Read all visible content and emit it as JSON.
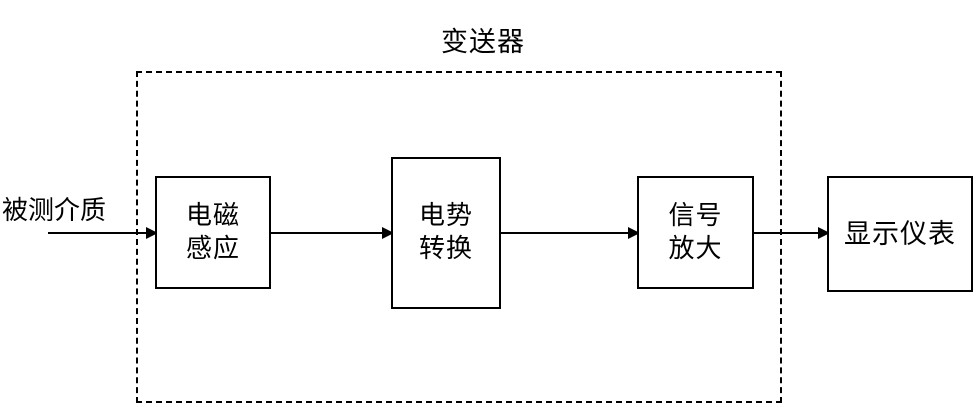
{
  "diagram": {
    "title": "变送器",
    "input_label": "被测介质",
    "enclosure_label": "变送器",
    "stroke_color": "#000000",
    "background_color": "#ffffff",
    "blocks": [
      {
        "id": "electromagnetic-induction",
        "line1": "电磁",
        "line2": "感应",
        "inside_enclosure": true
      },
      {
        "id": "potential-conversion",
        "line1": "电势",
        "line2": "转换",
        "inside_enclosure": true
      },
      {
        "id": "signal-amplification",
        "line1": "信号",
        "line2": "放大",
        "inside_enclosure": true
      },
      {
        "id": "display-instrument",
        "line1": "显示仪表",
        "line2": "",
        "inside_enclosure": false
      }
    ],
    "connections": [
      {
        "id": "input-to-electromagnetic-induction",
        "from": "被测介质",
        "to": "电磁感应"
      },
      {
        "id": "electromagnetic-induction-to-potential-conversion",
        "from": "电磁感应",
        "to": "电势转换"
      },
      {
        "id": "potential-conversion-to-signal-amplification",
        "from": "电势转换",
        "to": "信号放大"
      },
      {
        "id": "signal-amplification-to-display-instrument",
        "from": "信号放大",
        "to": "显示仪表"
      }
    ]
  }
}
